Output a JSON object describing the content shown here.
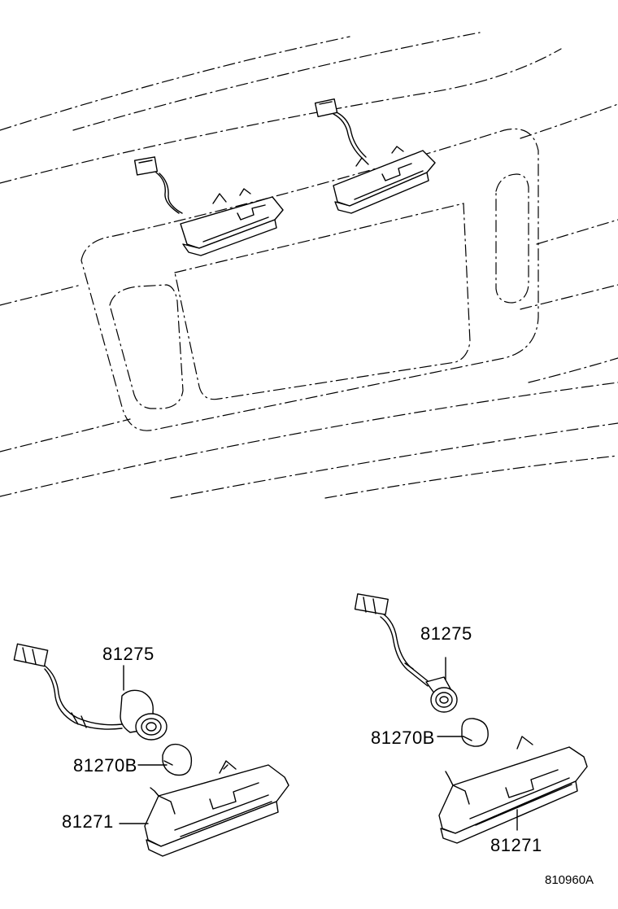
{
  "diagram": {
    "labels": {
      "left_socket": "81275",
      "left_bulb": "81270B",
      "left_lamp": "81271",
      "right_socket": "81275",
      "right_bulb": "81270B",
      "right_lamp": "81271"
    },
    "figure_code": "810960A"
  }
}
